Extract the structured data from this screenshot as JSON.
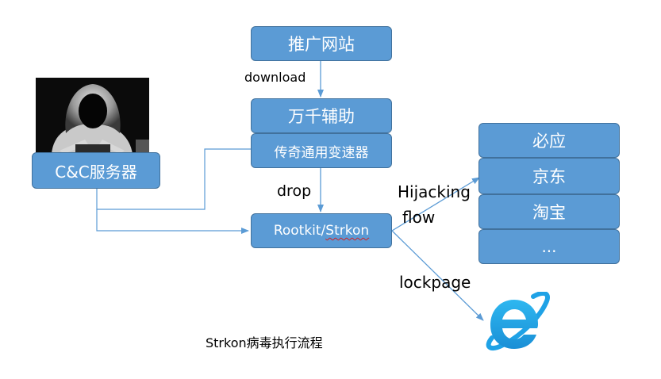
{
  "nodes": {
    "promo_site": "推广网站",
    "wanqian": "万千辅助",
    "chuanqi": "传奇通用变速器",
    "cnc": "C&C服务器",
    "rootkit_prefix": "Rootkit/",
    "rootkit_word": "Strkon",
    "targets": [
      "必应",
      "京东",
      "淘宝",
      "..."
    ]
  },
  "edge_labels": {
    "download": "download",
    "drop": "drop",
    "hijacking": "Hijacking",
    "flow": "flow",
    "lockpage": "lockpage"
  },
  "caption": "Strkon病毒执行流程",
  "colors": {
    "box_fill": "#5b9bd5",
    "box_border": "#41719c",
    "connector": "#5b9bd5"
  },
  "icons": {
    "hacker": "hooded-hacker-image",
    "browser": "internet-explorer-icon"
  }
}
